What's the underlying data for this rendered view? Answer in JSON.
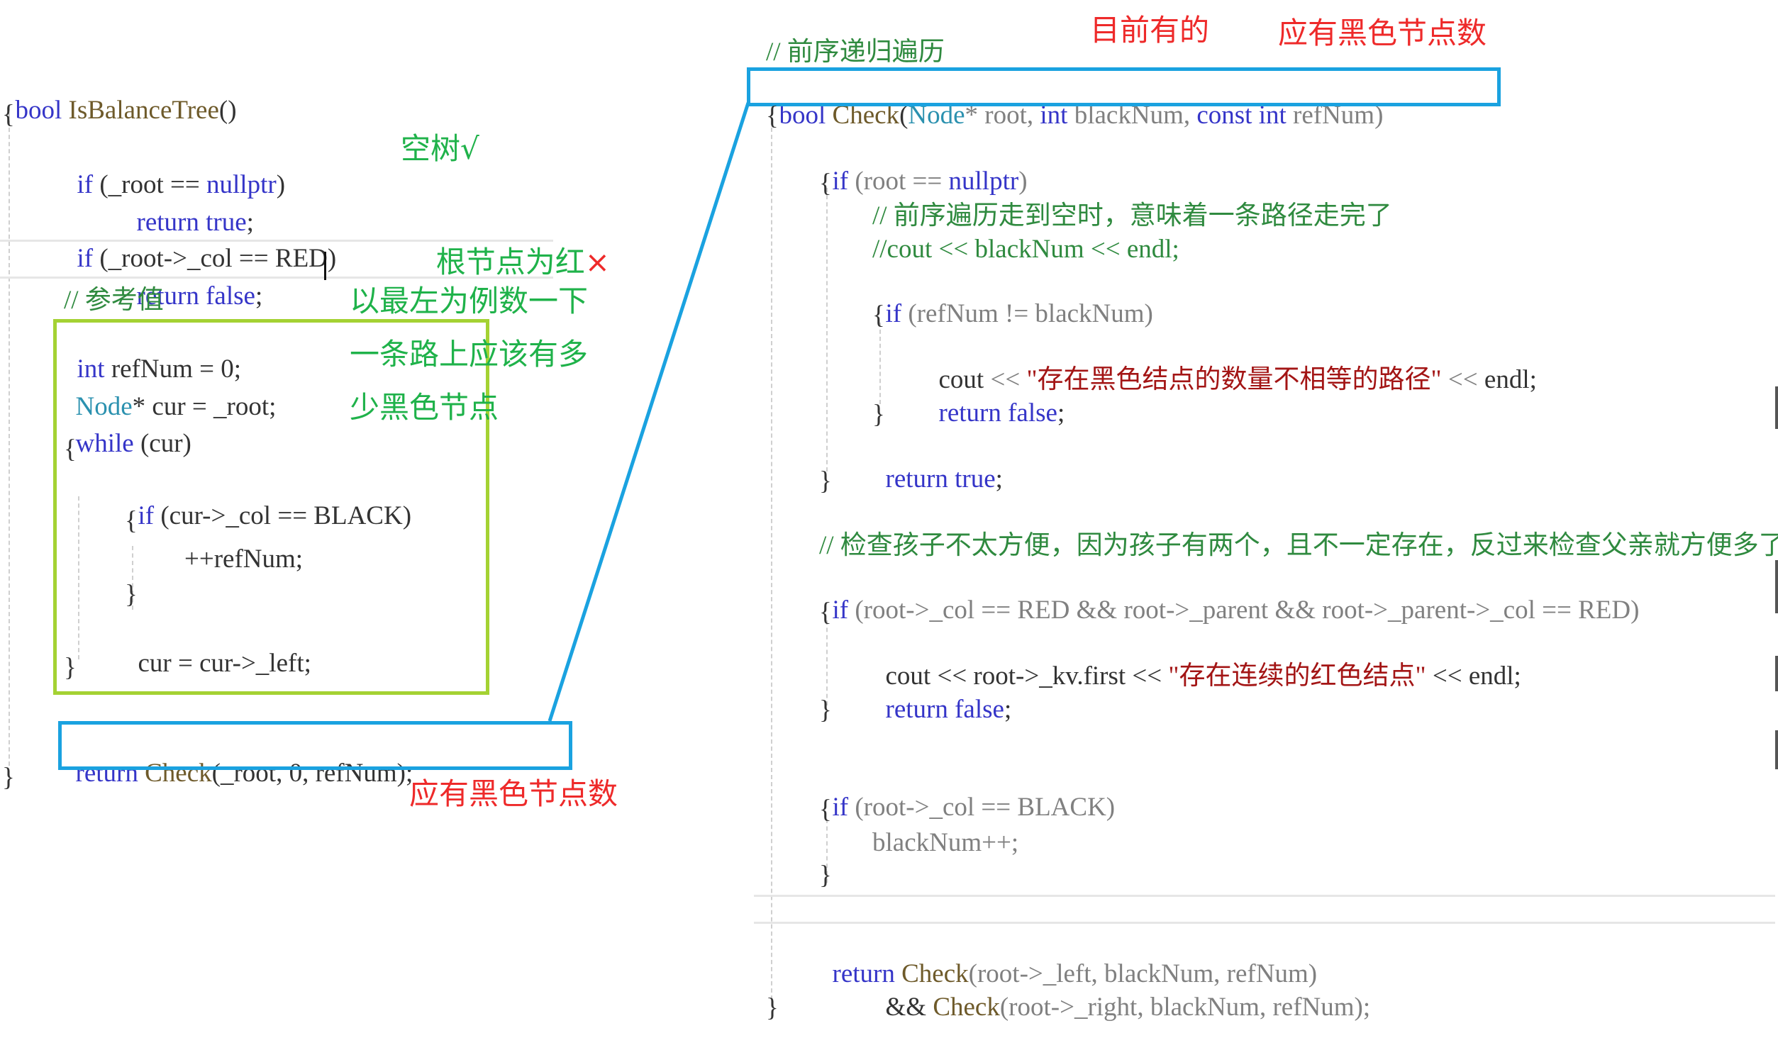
{
  "left": {
    "signature": {
      "ret": "bool",
      "name": "IsBalanceTree",
      "paren": "()"
    },
    "brace_open": "{",
    "l1": {
      "kw": "if",
      "rest": " (_root == ",
      "val": "nullptr",
      "close": ")"
    },
    "l2": {
      "kw": "return",
      "val": "true",
      "end": ";"
    },
    "l3": {
      "kw": "if",
      "rest": " (_root->_col == RED)"
    },
    "l4": {
      "kw": "return",
      "val": "false",
      "end": ";"
    },
    "l5": {
      "comment": "// 参考值"
    },
    "l6": {
      "kw": "int",
      "rest": " refNum = 0;"
    },
    "l7": {
      "type": "Node",
      "rest": "* cur = _root;"
    },
    "l8": {
      "kw": "while",
      "rest": " (cur)"
    },
    "l9": "{",
    "l10": {
      "kw": "if",
      "rest": " (cur->_col == BLACK)"
    },
    "l11": "{",
    "l12": "++refNum;",
    "l13": "}",
    "l14": {
      "var": "cur",
      "rest": " = cur->_left;"
    },
    "l15": "}",
    "l16": {
      "kw": "return",
      "fn": "Check",
      "args": "(_root, 0, refNum);"
    },
    "brace_close": "}"
  },
  "right": {
    "c0": "// 前序递归遍历",
    "signature": {
      "kw1": "bool",
      "fn": "Check",
      "type": "Node",
      "p1": "* root, ",
      "kw2": "int",
      "p2": " blackNum, ",
      "kw3": "const",
      "kw4": "int",
      "p3": " refNum)"
    },
    "b0": "{",
    "r1": {
      "kw": "if",
      "rest": " (root == ",
      "val": "nullptr",
      "close": ")"
    },
    "r2": "{",
    "r3": "// 前序遍历走到空时，意味着一条路径走完了",
    "r4": "//cout << blackNum << endl;",
    "r5": {
      "kw": "if",
      "rest": " (refNum != blackNum)"
    },
    "r6": "{",
    "r7": {
      "a": "cout ",
      "op": "<<",
      "str": " \"存在黑色结点的数量不相等的路径\" ",
      "op2": "<<",
      "b": " endl;"
    },
    "r8": {
      "kw": "return",
      "val": "false",
      "end": ";"
    },
    "r9": "}",
    "r10": {
      "kw": "return",
      "val": "true",
      "end": ";"
    },
    "r11": "}",
    "r12": "// 检查孩子不太方便，因为孩子有两个，且不一定存在，反过来检查父亲就方便多了",
    "r13": {
      "kw": "if",
      "rest": " (root->_col == RED && root->_parent && root->_parent->_col == RED)"
    },
    "r14": "{",
    "r15": {
      "a": "cout << root->_kv.first << ",
      "str": "\"存在连续的红色结点\"",
      "b": " << endl;"
    },
    "r16": {
      "kw": "return",
      "val": "false",
      "end": ";"
    },
    "r17": "}",
    "r18": {
      "kw": "if",
      "rest": " (root->_col == BLACK)"
    },
    "r19": "{",
    "r20": "blackNum++;",
    "r21": "}",
    "r22": {
      "kw": "return",
      "fn": "Check",
      "rest": "(root->_left, blackNum, refNum)"
    },
    "r23": {
      "op": "&& ",
      "fn": "Check",
      "rest": "(root->_right, blackNum, refNum);"
    },
    "b1": "}"
  },
  "annotations": {
    "empty_tree": "空树√",
    "root_red": "根节点为红",
    "root_red_mark": "×",
    "leftmost_1": "以最左为例数一下",
    "leftmost_2": "一条路上应该有多",
    "leftmost_3": "少黑色节点",
    "should_black_left": "应有黑色节点数",
    "current_have": "目前有的",
    "should_black_right": "应有黑色节点数"
  },
  "colors": {
    "green_annotation": "#1fb24a",
    "red_annotation": "#ee2a2a",
    "green_box": "#a4d233",
    "blue_box": "#1aa2e0",
    "keyword": "#3535c8",
    "comment": "#2f8a3f",
    "string": "#a31515"
  }
}
